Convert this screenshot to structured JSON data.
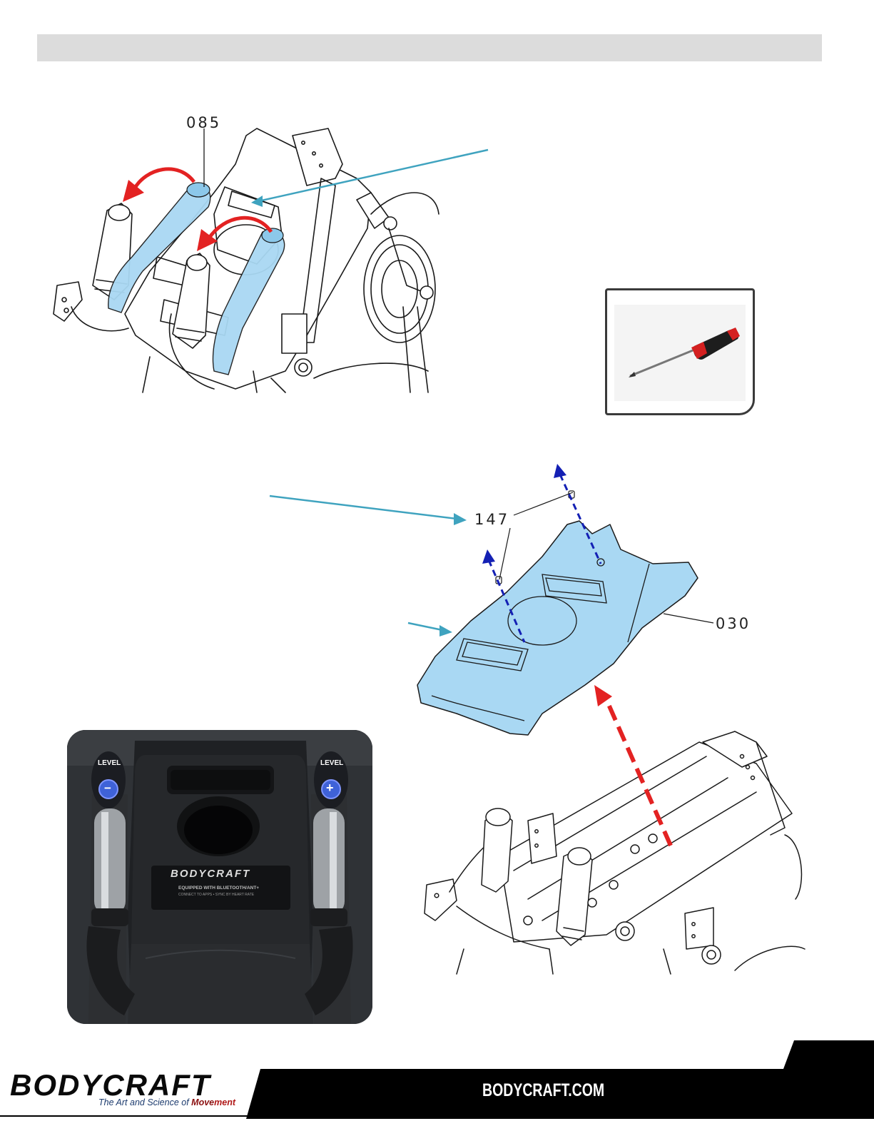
{
  "header": {
    "text": ""
  },
  "figure1": {
    "callout_label": "085"
  },
  "figure2": {
    "callout_screw": "147",
    "callout_cover": "030"
  },
  "tool": {
    "icon": "screwdriver-icon"
  },
  "photo": {
    "level_label": "LEVEL",
    "minus": "−",
    "plus": "+",
    "logo_text": "BODYCRAFT",
    "console_subtext": "EQUIPPED WITH BLUETOOTH/ANT+",
    "console_subtext2": "CONNECT TO APPS • SYNC BY HEART RATE"
  },
  "footer": {
    "brand": "BODYCRAFT",
    "tagline_prefix": "The Art and Science of ",
    "tagline_move": "Move",
    "tagline_ment": "ment",
    "website": "BODYCRAFT.COM"
  },
  "colors": {
    "highlight_blue": "#a9d8f3",
    "arrow_red": "#e32222",
    "leader_teal": "#3fa3bf",
    "dashed_blue": "#1420b4",
    "footer_black": "#000000"
  }
}
